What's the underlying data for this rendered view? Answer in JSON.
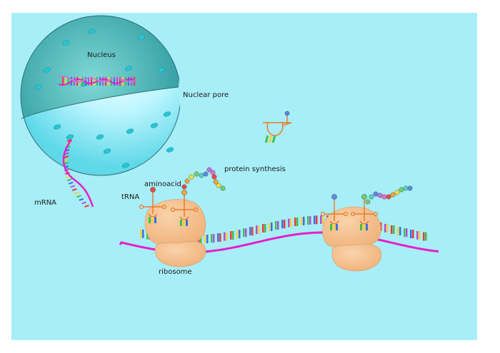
{
  "labels": {
    "nucleus": "Nucleus",
    "nuclear_pore": "Nuclear pore",
    "protein_synthesis": "protein synthesis",
    "aminoacid": "aminoacid",
    "trna": "tRNA",
    "mrna": "mRNA",
    "ribosome": "ribosome"
  },
  "colors": {
    "background": "#a8eef8",
    "nucleus_outer": "#3aa8a8",
    "nucleus_inner": "#bdf6ff",
    "pore": "#27c6d4",
    "mrna": "#e61fc8",
    "ribosome": "#f5c08c",
    "trna": "#e87d2a",
    "base_colors": [
      "#e63b3b",
      "#f2d13a",
      "#3fbf4f",
      "#3b6ee6",
      "#b34fd6"
    ],
    "amino_colors": [
      "#e84a4a",
      "#f2a93a",
      "#f2e13a",
      "#6fd16f",
      "#4fd6c8",
      "#5a8ce6",
      "#b876e6",
      "#e66fc4"
    ]
  }
}
